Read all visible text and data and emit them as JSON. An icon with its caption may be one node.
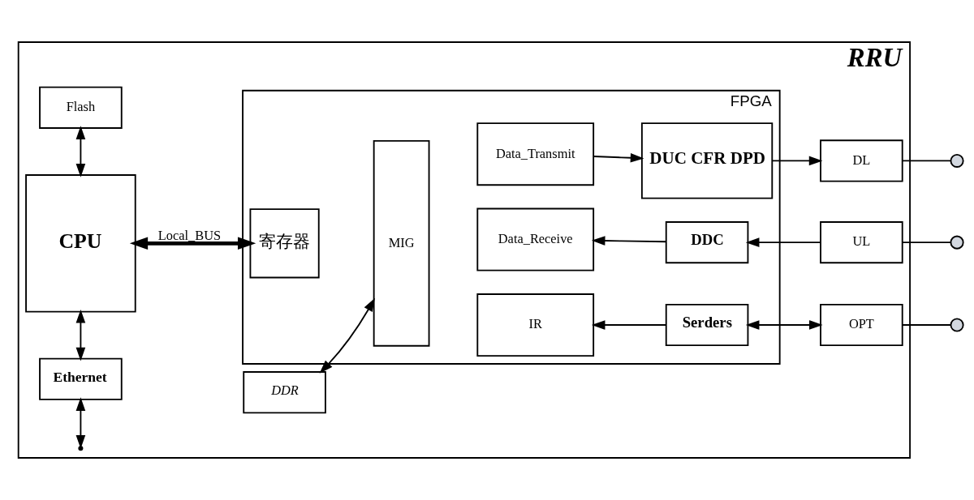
{
  "diagram": {
    "nodes": [
      {
        "text": [
          "RRU"
        ]
      },
      {
        "text": [
          "Flash"
        ],
        "in": 0
      },
      {
        "text": [
          "CPU"
        ],
        "in": 0
      },
      {
        "text": [
          "Ethernet"
        ],
        "in": 0
      },
      {
        "text": [
          "DDR"
        ],
        "in": 0
      },
      {
        "text": [
          "FPGA"
        ],
        "in": 0
      },
      {
        "text": [
          "寄存器"
        ],
        "in": 5
      },
      {
        "text": [
          "MIG"
        ],
        "in": 5
      },
      {
        "text": [
          "Data_Transmit"
        ],
        "in": 5
      },
      {
        "text": [
          "Data_Receive"
        ],
        "in": 5
      },
      {
        "text": [
          "IR"
        ],
        "in": 5
      },
      {
        "text": [
          "DUC CFR DPD"
        ],
        "in": 5
      },
      {
        "text": [
          "DDC"
        ],
        "in": 5
      },
      {
        "text": [
          "Serders"
        ],
        "in": 5
      },
      {
        "text": [
          "DL"
        ],
        "in": 0
      },
      {
        "text": [
          "UL"
        ],
        "in": 0
      },
      {
        "text": [
          "OPT"
        ],
        "in": 0
      },
      {
        "text": [],
        "shape": "circle"
      },
      {
        "text": [],
        "shape": "circle"
      },
      {
        "text": [],
        "shape": "circle"
      }
    ],
    "edges": [
      {
        "from": 1,
        "to": 2,
        "arrow": "both"
      },
      {
        "from": 2,
        "to": 3,
        "arrow": "both"
      },
      {
        "from": 3,
        "to": null,
        "arrow": "both"
      },
      {
        "from": 2,
        "to": 6,
        "arrow": "both",
        "label": "Local_BUS",
        "style": "thick"
      },
      {
        "from": 4,
        "to": 7,
        "arrow": "both"
      },
      {
        "from": 8,
        "to": 11,
        "arrow": "to"
      },
      {
        "from": 11,
        "to": 14,
        "arrow": "to"
      },
      {
        "from": 15,
        "to": 12,
        "arrow": "to"
      },
      {
        "from": 12,
        "to": 9,
        "arrow": "to"
      },
      {
        "from": 13,
        "to": 10,
        "arrow": "to"
      },
      {
        "from": 13,
        "to": 16,
        "arrow": "both"
      },
      {
        "from": 14,
        "to": 17,
        "arrow": "none"
      },
      {
        "from": 15,
        "to": 18,
        "arrow": "none"
      },
      {
        "from": 16,
        "to": 19,
        "arrow": "none"
      }
    ]
  }
}
